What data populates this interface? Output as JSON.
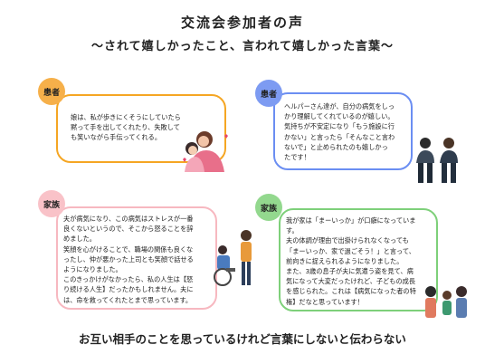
{
  "title": "交流会参加者の声",
  "subtitle": "〜されて嬉しかったこと、言われて嬉しかった言葉〜",
  "cards": [
    {
      "badge": "患者",
      "text": "娘は、私が歩きにくそうにしていたら\n黙って手を出してくれたり、失敗して\nも笑いながら手伝ってくれる。",
      "color": "#f5a623",
      "badge_color": "#f6b04a"
    },
    {
      "badge": "患者",
      "text": "ヘルパーさん達が、自分の病気をしっ\nかり理解してくれているのが嬉しい。\n気持ちが不安定になり「もう施設に行\nかない」と言ったら「そんなこと言わ\nないで」と止められたのも嬉しかっ\nたです！",
      "color": "#6b8ef2",
      "badge_color": "#7d9bf2"
    },
    {
      "badge": "家族",
      "text": "夫が病気になり、この病気はストレスが一番\n良くないというので、そこから怒ることを辞\nめました。\n笑顔を心がけることで、職場の関係も良くな\nったし、仲が悪かった上司とも笑顔で話せる\nようになりました。\nこのきっかけがなかったら、私の人生は【怒\nり続ける人生】だったかもしれません。夫に\nは、命を救ってくれたとまで思っています。",
      "color": "#f7b8c0",
      "badge_color": "#f9c2c8"
    },
    {
      "badge": "家族",
      "text": "我が家は「まーいっか」が口癖になっていま\nす。\n夫の体調が理由で出掛けられなくなっても\n「まーいっか、家で過ごそう！」と言って、\n前向きに捉えられるようになりました。\nまた、3歳の息子が夫に気遣う姿を見て、病\n気になって大変だったけれど、子どもの成長\nを感じられた。これは【病気になった者の特\n権】だなと思っています！",
      "color": "#7ed07a",
      "badge_color": "#93d88e"
    }
  ],
  "footer": "お互い相手のことを思っているけれど言葉にしないと伝わらない"
}
